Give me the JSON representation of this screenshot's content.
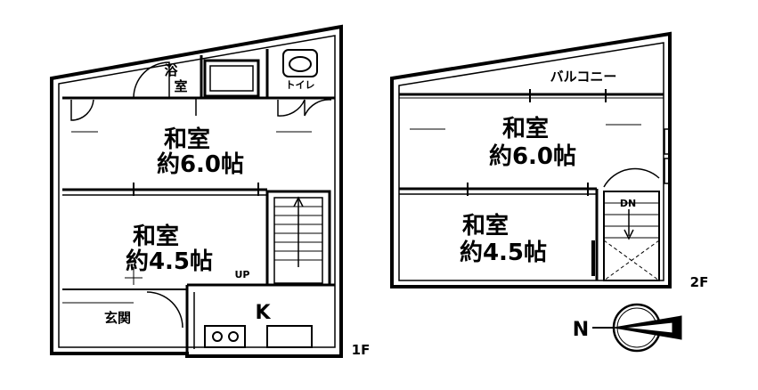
{
  "floor1": {
    "floor_label": "1F",
    "bath_label_top": "浴",
    "bath_label_bottom": "室",
    "toilet_label": "トイレ",
    "room_large": {
      "name": "和室",
      "size": "約6.0帖"
    },
    "room_small": {
      "name": "和室",
      "size": "約4.5帖"
    },
    "up_label": "UP",
    "entrance_label": "玄関",
    "kitchen_label": "K"
  },
  "floor2": {
    "floor_label": "2F",
    "balcony_label": "バルコニー",
    "room_large": {
      "name": "和室",
      "size": "約6.0帖"
    },
    "room_small": {
      "name": "和室",
      "size": "約4.5帖"
    },
    "down_label": "DN"
  },
  "compass": {
    "north_label": "N"
  }
}
